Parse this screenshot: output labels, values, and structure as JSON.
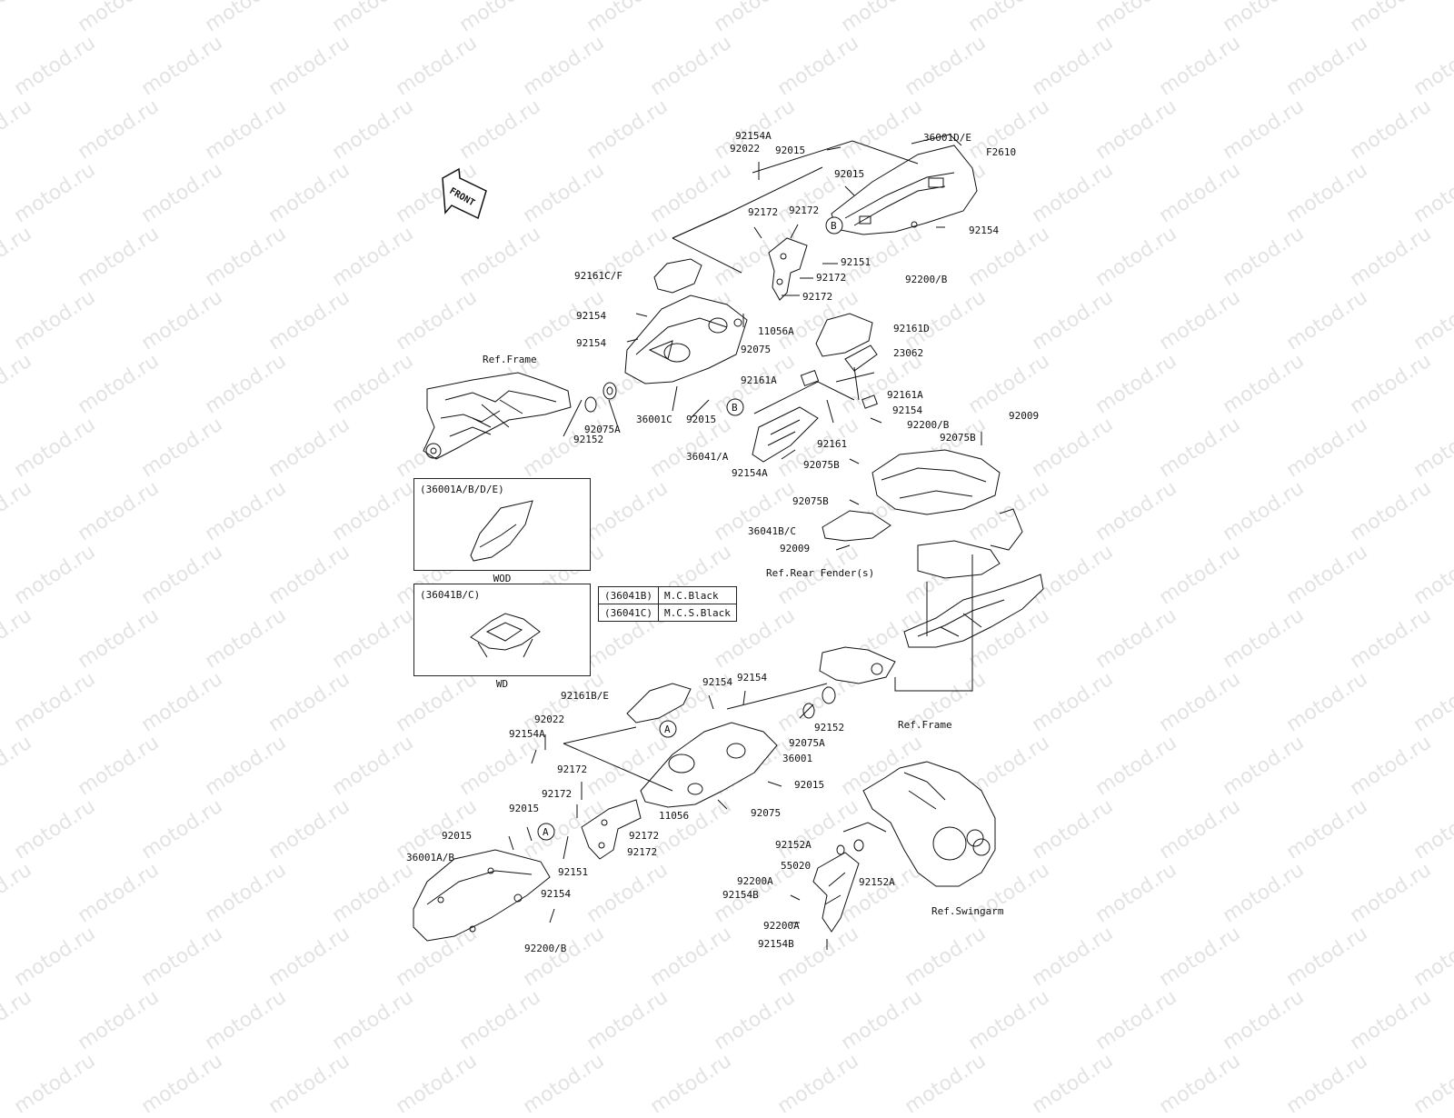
{
  "diagram": {
    "figure_code": "F2610",
    "front_arrow": "FRONT",
    "watermark": "motod.ru",
    "parts": [
      {
        "id": "p1",
        "text": "92154A"
      },
      {
        "id": "p2",
        "text": "92022"
      },
      {
        "id": "p3",
        "text": "92015"
      },
      {
        "id": "p4",
        "text": "36001D/E"
      },
      {
        "id": "p5",
        "text": "F2610"
      },
      {
        "id": "p6",
        "text": "92015"
      },
      {
        "id": "p7",
        "text": "92172"
      },
      {
        "id": "p8",
        "text": "92172"
      },
      {
        "id": "p9",
        "text": "92151"
      },
      {
        "id": "p10",
        "text": "92154"
      },
      {
        "id": "p11",
        "text": "92172"
      },
      {
        "id": "p12",
        "text": "92200/B"
      },
      {
        "id": "p13",
        "text": "92161C/F"
      },
      {
        "id": "p14",
        "text": "92172"
      },
      {
        "id": "p15",
        "text": "92154"
      },
      {
        "id": "p16",
        "text": "11056A"
      },
      {
        "id": "p17",
        "text": "92161D"
      },
      {
        "id": "p18",
        "text": "92154"
      },
      {
        "id": "p19",
        "text": "92075"
      },
      {
        "id": "p20",
        "text": "23062"
      },
      {
        "id": "p21",
        "text": "Ref.Frame"
      },
      {
        "id": "p22",
        "text": "92161A"
      },
      {
        "id": "p23",
        "text": "92161A"
      },
      {
        "id": "p24",
        "text": "36001C"
      },
      {
        "id": "p25",
        "text": "92015"
      },
      {
        "id": "p26",
        "text": "92154"
      },
      {
        "id": "p27",
        "text": "92009"
      },
      {
        "id": "p28",
        "text": "92075A"
      },
      {
        "id": "p29",
        "text": "92200/B"
      },
      {
        "id": "p30",
        "text": "92075B"
      },
      {
        "id": "p31",
        "text": "92152"
      },
      {
        "id": "p32",
        "text": "92161"
      },
      {
        "id": "p33",
        "text": "36041/A"
      },
      {
        "id": "p34",
        "text": "92075B"
      },
      {
        "id": "p35",
        "text": "92154A"
      },
      {
        "id": "p36",
        "text": "92075B"
      },
      {
        "id": "p37",
        "text": "36041B/C"
      },
      {
        "id": "p38",
        "text": "92009"
      },
      {
        "id": "p39",
        "text": "Ref.Rear Fender(s)"
      },
      {
        "id": "p40",
        "text": "92161B/E"
      },
      {
        "id": "p41",
        "text": "92154"
      },
      {
        "id": "p42",
        "text": "92154"
      },
      {
        "id": "p43",
        "text": "92152"
      },
      {
        "id": "p44",
        "text": "Ref.Frame"
      },
      {
        "id": "p45",
        "text": "92022"
      },
      {
        "id": "p46",
        "text": "92154A"
      },
      {
        "id": "p47",
        "text": "92075A"
      },
      {
        "id": "p48",
        "text": "36001"
      },
      {
        "id": "p49",
        "text": "92172"
      },
      {
        "id": "p50",
        "text": "92015"
      },
      {
        "id": "p51",
        "text": "92172"
      },
      {
        "id": "p52",
        "text": "11056"
      },
      {
        "id": "p53",
        "text": "92075"
      },
      {
        "id": "p54",
        "text": "92015"
      },
      {
        "id": "p55",
        "text": "92015"
      },
      {
        "id": "p56",
        "text": "92172"
      },
      {
        "id": "p57",
        "text": "92152A"
      },
      {
        "id": "p58",
        "text": "92172"
      },
      {
        "id": "p59",
        "text": "36001A/B"
      },
      {
        "id": "p60",
        "text": "92151"
      },
      {
        "id": "p61",
        "text": "55020"
      },
      {
        "id": "p62",
        "text": "92152A"
      },
      {
        "id": "p63",
        "text": "92154"
      },
      {
        "id": "p64",
        "text": "92200A"
      },
      {
        "id": "p65",
        "text": "92154B"
      },
      {
        "id": "p66",
        "text": "Ref.Swingarm"
      },
      {
        "id": "p67",
        "text": "92200/B"
      },
      {
        "id": "p68",
        "text": "92200A"
      },
      {
        "id": "p69",
        "text": "92154B"
      }
    ],
    "callouts": [
      "B",
      "B",
      "A",
      "A"
    ],
    "inset_wod": {
      "title": "(36001A/B/D/E)",
      "caption": "WOD"
    },
    "inset_wd": {
      "title": "(36041B/C)",
      "caption": "WD"
    },
    "color_table": [
      {
        "code": "(36041B)",
        "color": "M.C.Black"
      },
      {
        "code": "(36041C)",
        "color": "M.C.S.Black"
      }
    ]
  }
}
